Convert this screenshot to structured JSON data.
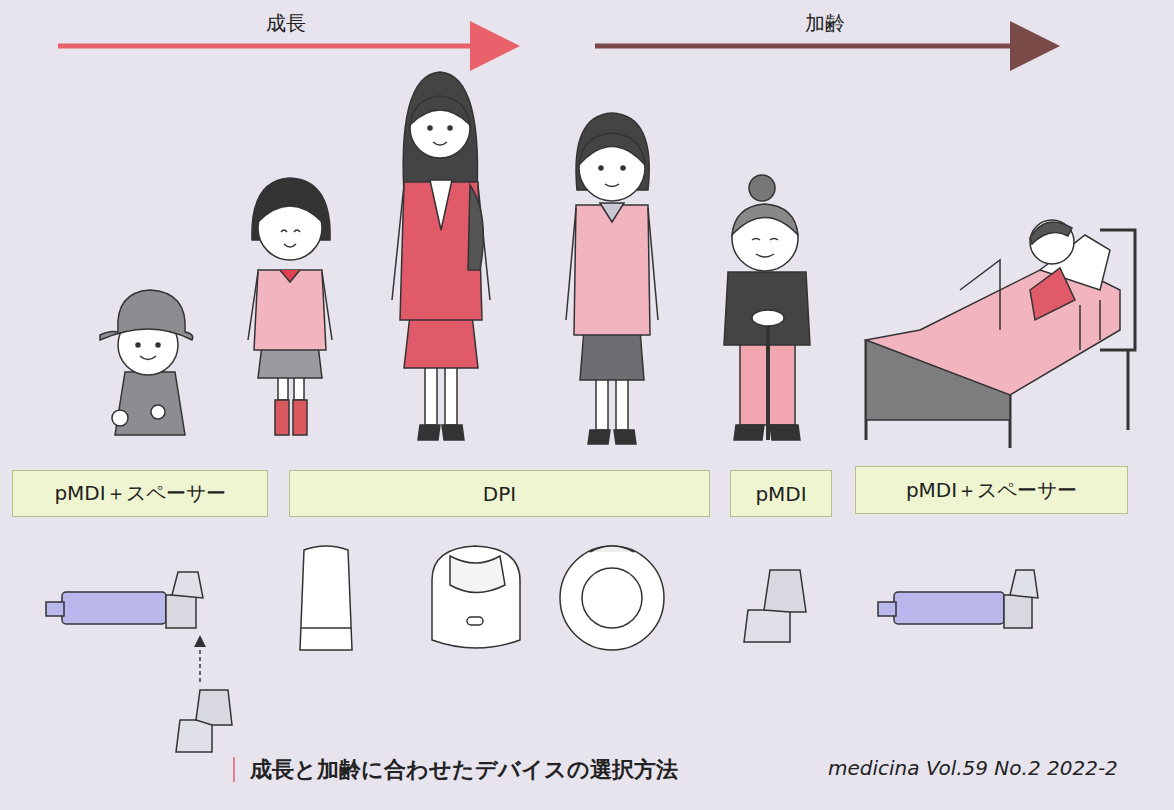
{
  "diagram": {
    "caption": "成長と加齢に合わせたデバイスの選択方法",
    "nodes": [
      {
        "text": [
          "pMDI＋スペーサー"
        ]
      },
      {
        "text": [
          "DPI"
        ]
      },
      {
        "text": [
          "pMDI"
        ]
      },
      {
        "text": [
          "pMDI＋スペーサー"
        ]
      }
    ],
    "edges": [],
    "labels": [
      "成長",
      "加齢",
      "medicina Vol.59 No.2 2022-2"
    ]
  }
}
